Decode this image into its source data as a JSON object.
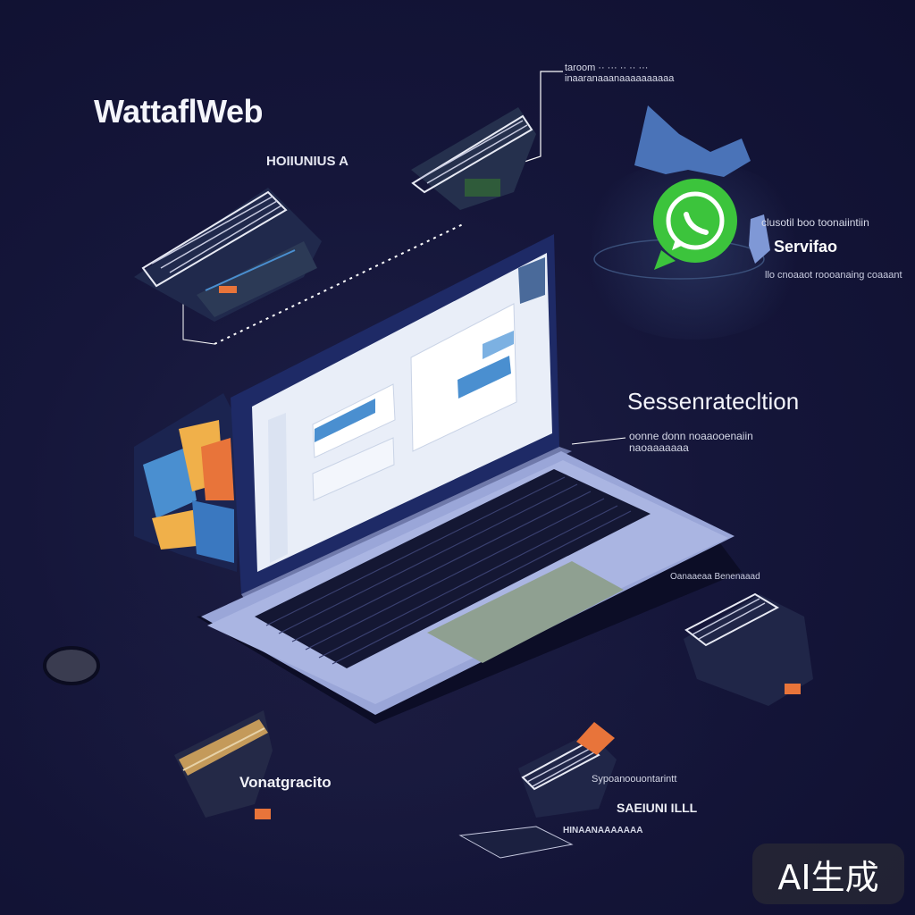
{
  "header": {
    "title": "WattaflWeb",
    "subtitle": "HOIIUNIUS A"
  },
  "callouts": {
    "top_caption": "taroom ·· ··· ·· ·· ···\ninaaranaaanaaaaaaaaaa",
    "whatsapp_caption": "clusotil boo toonaiintiin",
    "whatsapp_title": "Servifao",
    "whatsapp_sub": "llo cnoaaot roooanaing coaaant",
    "section_title": "Sessenratecltion",
    "section_caption": "oonne donn noaaooenaiin\nnaoaaaaaaa",
    "right_caption": "Oanaaeaa Benenaaad",
    "bottom_left_label": "Vonatgracito",
    "bottom_caption_1": "Sypoanoouontarintt",
    "bottom_caption_2": "SAEIUNI ILLL",
    "bottom_caption_3": "HINAANAAAAAAA"
  },
  "watermark": {
    "label": "AI生成"
  },
  "icons": [
    "whatsapp-logo-icon",
    "laptop-icon",
    "isometric-server-icon"
  ],
  "colors": {
    "background": "#131430",
    "whatsapp_green": "#3cc43c",
    "laptop_body": "#9aa6d8",
    "accent_blue": "#4a8fd0",
    "accent_orange": "#e8743a",
    "touchpad": "#8fa091"
  }
}
